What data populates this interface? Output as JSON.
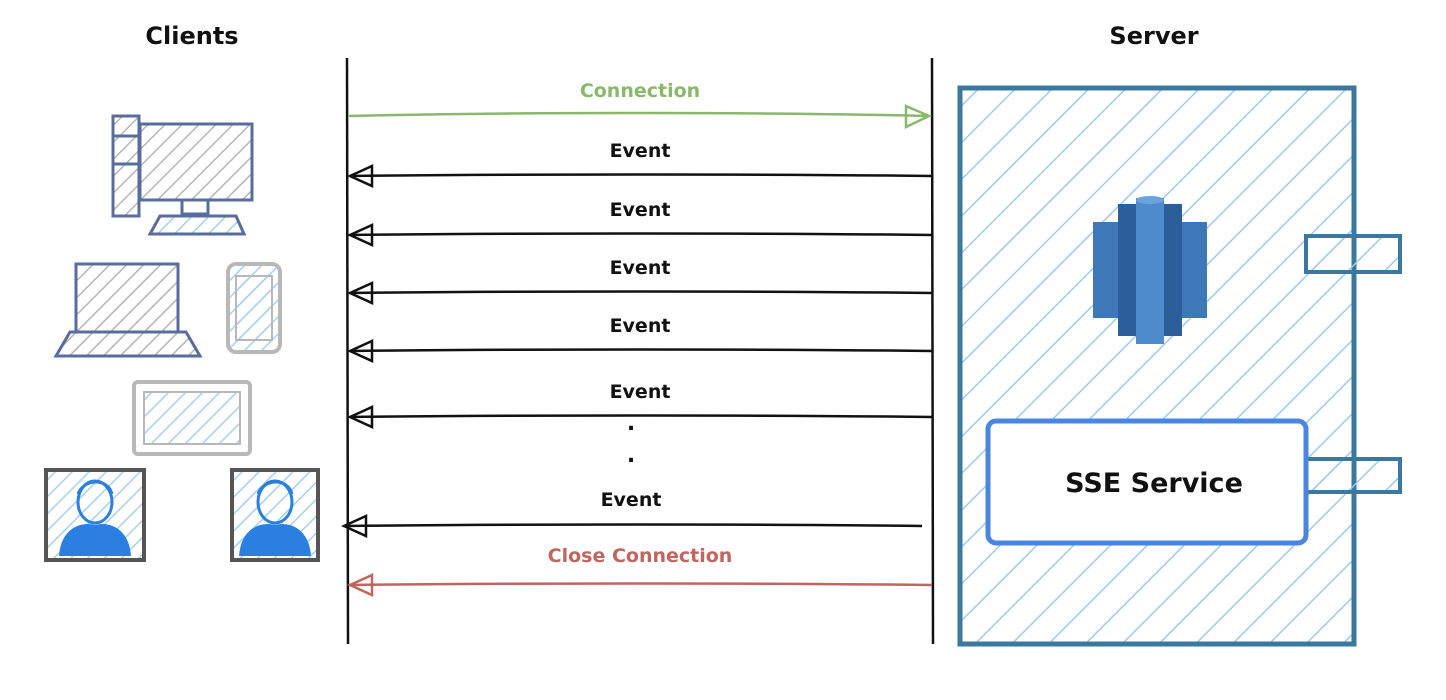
{
  "headers": {
    "clients": "Clients",
    "server": "Server"
  },
  "messages": {
    "connection": "Connection",
    "events": [
      "Event",
      "Event",
      "Event",
      "Event",
      "Event"
    ],
    "ellipsis": [
      ".",
      "."
    ],
    "last_event": "Event",
    "close": "Close Connection"
  },
  "server": {
    "service_label": "SSE Service",
    "database_icon": "amazon-redshift-icon"
  },
  "clients": {
    "devices": [
      "desktop-computer-icon",
      "laptop-icon",
      "smartphone-icon",
      "tablet-icon",
      "user-avatar-icon",
      "user-avatar-icon"
    ]
  },
  "colors": {
    "connection": "#8ab86a",
    "event": "#111111",
    "close": "#c0655f",
    "server_border": "#3a78a0",
    "server_hatch": "#9fcbe6",
    "service_border": "#4a86e0",
    "device_dark": "#5a6c9c",
    "device_light": "#b8b8b8",
    "user_blue": "#2a7fe0"
  }
}
